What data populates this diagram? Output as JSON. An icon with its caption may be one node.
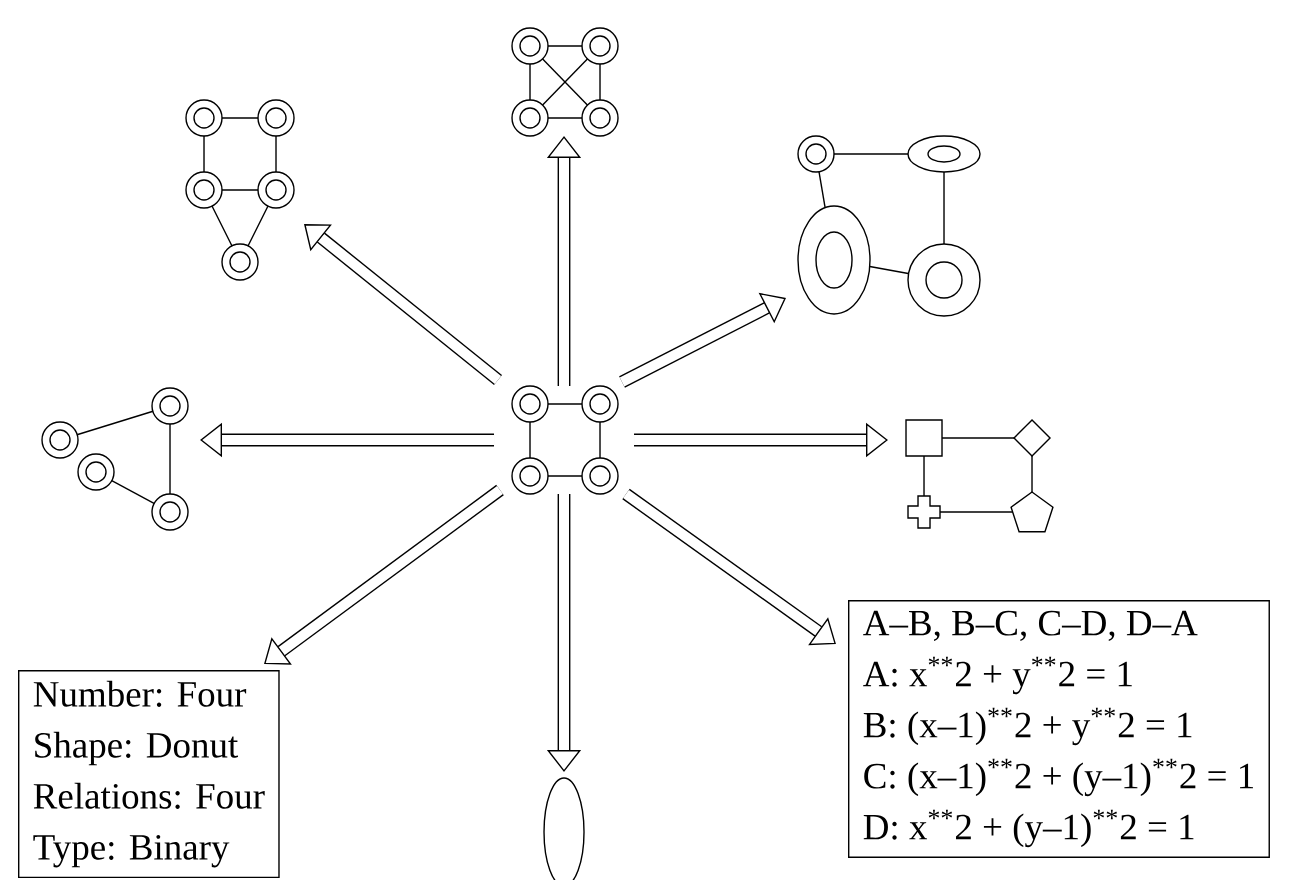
{
  "diagram": {
    "nodes": [
      {
        "text": [],
        "shape": "picture"
      },
      {
        "text": [],
        "shape": "picture"
      },
      {
        "text": [],
        "shape": "picture"
      },
      {
        "text": [],
        "shape": "picture"
      },
      {
        "text": [],
        "shape": "picture"
      },
      {
        "text": [],
        "shape": "picture"
      },
      {
        "text": [
          "Number: Four",
          "Shape: Donut",
          "Relations: Four",
          "Type: Binary"
        ]
      },
      {
        "text": [],
        "shape": "ellipse"
      },
      {
        "text": [
          "A–B, B–C, C–D, D–A",
          "A: x$^{**}$2 + y$^{**}$2 = 1",
          "B: (x–1)$^{**}$2 + y$^{**}$2 = 1",
          "C: (x–1)$^{**}$2 + (y–1)$^{**}$2 = 1",
          "D: x$^{**}$2 + (y–1)$^{**}$2 = 1"
        ]
      }
    ],
    "edges": [
      {
        "from": 0,
        "to": 1,
        "arrow": "to"
      },
      {
        "from": 0,
        "to": 2,
        "arrow": "to"
      },
      {
        "from": 0,
        "to": 3,
        "arrow": "to"
      },
      {
        "from": 0,
        "to": 4,
        "arrow": "to"
      },
      {
        "from": 0,
        "to": 5,
        "arrow": "to"
      },
      {
        "from": 0,
        "to": 6,
        "arrow": "to"
      },
      {
        "from": 0,
        "to": 7,
        "arrow": "to"
      },
      {
        "from": 0,
        "to": 8,
        "arrow": "to"
      }
    ]
  }
}
